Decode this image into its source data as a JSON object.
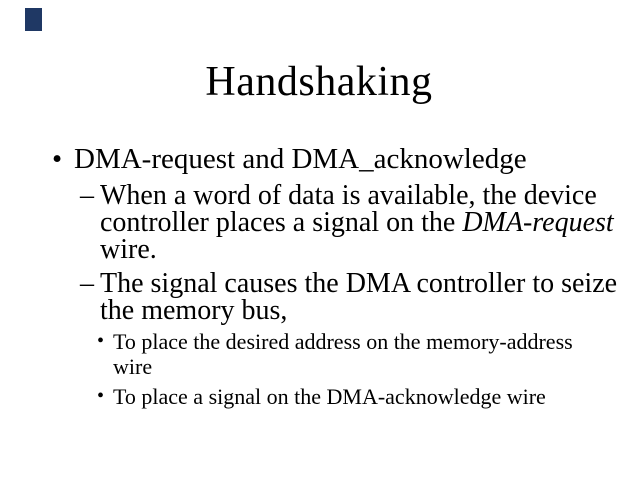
{
  "slide": {
    "background_color": "#ffffff",
    "text_color": "#000000",
    "corner_mark_color": "#1f3864",
    "title": "Handshaking",
    "bullets": {
      "l1": {
        "marker": "•",
        "text": "DMA-request and DMA_acknowledge"
      },
      "sub1": {
        "marker": "–",
        "line1": "When a word of data is available, the device",
        "line2_prefix": "controller places a signal on the ",
        "line2_italic": "DMA-request",
        "line3": "wire."
      },
      "sub2": {
        "marker": "–",
        "line1": "The signal causes the DMA controller to seize",
        "line2": "the memory bus,"
      },
      "sub2_item1": {
        "marker": "•",
        "line1": "To place the desired address on the memory-address",
        "line2": "wire"
      },
      "sub2_item2": {
        "marker": "•",
        "text": "To place a signal on the DMA-acknowledge wire"
      }
    }
  }
}
